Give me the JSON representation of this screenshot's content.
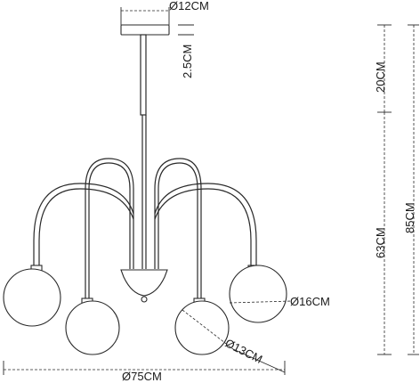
{
  "dimensions": {
    "canopy_diameter": "Ø12CM",
    "canopy_height": "2.5CM",
    "rod_length": "20CM",
    "total_height": "85CM",
    "body_height": "63CM",
    "large_globe_diameter": "Ø16CM",
    "small_globe_diameter": "Ø13CM",
    "overall_width": "Ø75CM"
  },
  "colors": {
    "line": "#2a2a2a",
    "background": "#ffffff"
  }
}
